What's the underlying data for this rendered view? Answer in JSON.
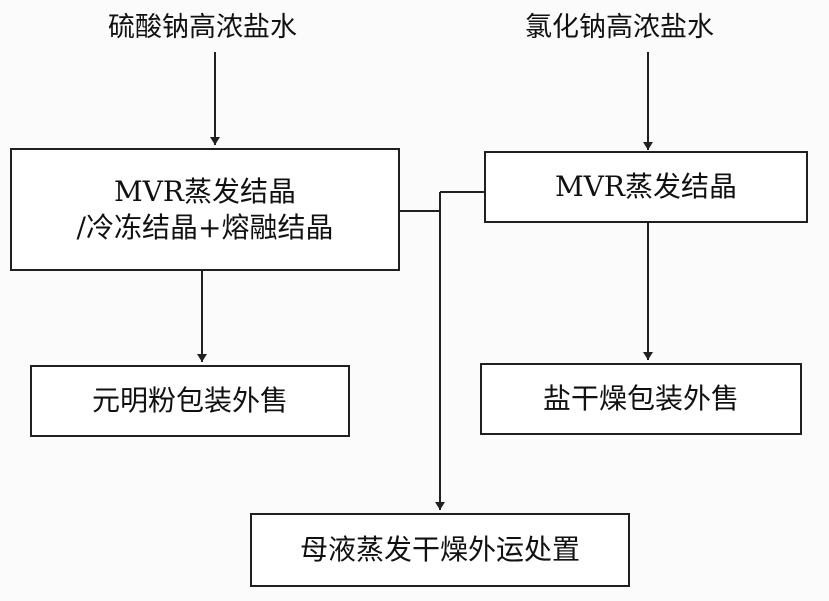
{
  "inputs": {
    "sodium_sulfate": "硫酸钠高浓盐水",
    "sodium_chloride": "氯化钠高浓盐水"
  },
  "processes": {
    "left_line1": "MVR蒸发结晶",
    "left_line2": "/冷冻结晶+熔融结晶",
    "right": "MVR蒸发结晶"
  },
  "outputs": {
    "glauber_salt": "元明粉包装外售",
    "salt": "盐干燥包装外售",
    "mother_liquor": "母液蒸发干燥外运处置"
  },
  "colors": {
    "line": "#202020",
    "text": "#111111"
  }
}
